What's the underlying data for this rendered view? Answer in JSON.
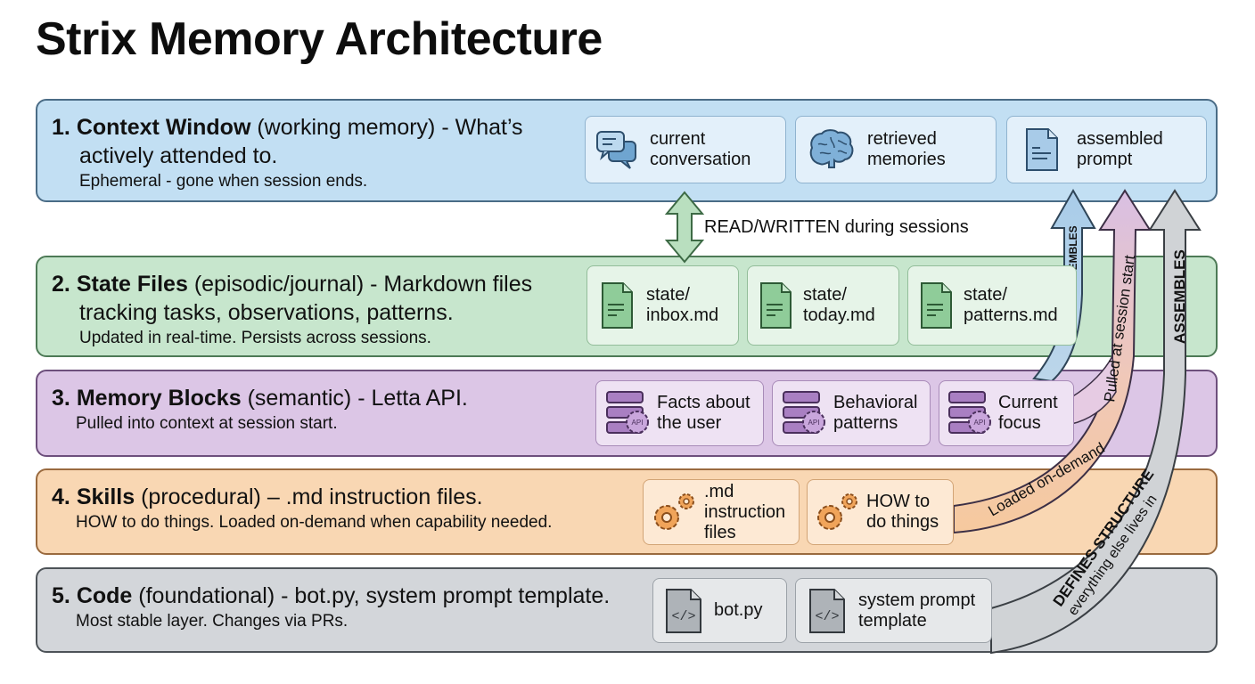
{
  "title": "Strix Memory Architecture",
  "layers": [
    {
      "number": "1.",
      "name": "Context Window",
      "qualifier": "(working memory) - What’s",
      "continuation": "actively attended to.",
      "note": "Ephemeral - gone when session ends.",
      "color": "#c2dff3",
      "items": [
        {
          "icon": "chat-bubbles-icon",
          "label": "current\nconversation"
        },
        {
          "icon": "brain-icon",
          "label": "retrieved\nmemories"
        },
        {
          "icon": "document-icon",
          "label": "assembled\nprompt"
        }
      ]
    },
    {
      "number": "2.",
      "name": "State Files",
      "qualifier": "(episodic/journal) - Markdown files",
      "continuation": "tracking tasks, observations, patterns.",
      "note": "Updated in real-time. Persists across sessions.",
      "color": "#c7e6cd",
      "items": [
        {
          "icon": "markdown-file-icon",
          "label": "state/\ninbox.md"
        },
        {
          "icon": "markdown-file-icon",
          "label": "state/\ntoday.md"
        },
        {
          "icon": "markdown-file-icon",
          "label": "state/\npatterns.md"
        }
      ]
    },
    {
      "number": "3.",
      "name": "Memory Blocks",
      "qualifier": "(semantic) - Letta API.",
      "continuation": "",
      "note": "Pulled into context at session start.",
      "color": "#dcc6e6",
      "items": [
        {
          "icon": "api-database-icon",
          "label": "Facts about\nthe user",
          "badge": "API"
        },
        {
          "icon": "api-database-icon",
          "label": "Behavioral\npatterns",
          "badge": "API"
        },
        {
          "icon": "api-database-icon",
          "label": "Current\nfocus",
          "badge": "API"
        }
      ]
    },
    {
      "number": "4.",
      "name": "Skills",
      "qualifier": "(procedural) – .md instruction files.",
      "continuation": "",
      "note": "HOW to do things. Loaded on-demand when capability needed.",
      "color": "#f9d7b3",
      "items": [
        {
          "icon": "gears-icon",
          "label": ".md\ninstruction\nfiles"
        },
        {
          "icon": "gears-icon",
          "label": "HOW to\ndo things"
        }
      ]
    },
    {
      "number": "5.",
      "name": "Code",
      "qualifier": "(foundational) - bot.py, system prompt template.",
      "continuation": "",
      "note": "Most stable layer. Changes via PRs.",
      "color": "#d3d6da",
      "items": [
        {
          "icon": "code-file-icon",
          "label": "bot.py"
        },
        {
          "icon": "code-file-icon",
          "label": "system prompt\ntemplate"
        }
      ]
    }
  ],
  "connectors": {
    "read_written": "READ/WRITTEN during sessions",
    "state_assembles": "ASSEMBLES",
    "pulled": "Pulled at session start",
    "loaded": "Loaded on-demand",
    "code_assembles": "ASSEMBLES",
    "defines": "DEFINES STRUCTURE",
    "defines_sub": "everything else lives in"
  }
}
